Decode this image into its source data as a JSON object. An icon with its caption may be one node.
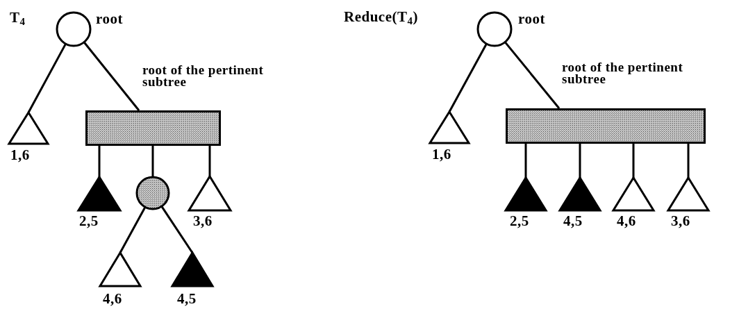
{
  "diagram": {
    "nodes": [
      {
        "text": [],
        "shape": "circle",
        "beside": [
          "root"
        ]
      },
      {
        "text": [],
        "shape": "triangle",
        "beside": [
          "1,6"
        ]
      },
      {
        "text": [],
        "shape": "box",
        "beside": [
          "root of the pertinent subtree"
        ]
      },
      {
        "text": [],
        "shape": "triangle",
        "beside": [
          "2,5"
        ]
      },
      {
        "text": [],
        "shape": "circle"
      },
      {
        "text": [],
        "shape": "triangle",
        "beside": [
          "3,6"
        ]
      },
      {
        "text": [],
        "shape": "triangle",
        "beside": [
          "4,6"
        ]
      },
      {
        "text": [],
        "shape": "triangle",
        "beside": [
          "4,5"
        ]
      },
      {
        "text": [],
        "shape": "circle",
        "beside": [
          "root"
        ]
      },
      {
        "text": [],
        "shape": "triangle",
        "beside": [
          "1,6"
        ]
      },
      {
        "text": [],
        "shape": "box",
        "beside": [
          "root of the pertinent subtree"
        ]
      },
      {
        "text": [],
        "shape": "triangle",
        "beside": [
          "2,5"
        ]
      },
      {
        "text": [],
        "shape": "triangle",
        "beside": [
          "4,5"
        ]
      },
      {
        "text": [],
        "shape": "triangle",
        "beside": [
          "4,6"
        ]
      },
      {
        "text": [],
        "shape": "triangle",
        "beside": [
          "3,6"
        ]
      }
    ],
    "edges": [
      {
        "from": 0,
        "to": 1,
        "arrow": "none"
      },
      {
        "from": 0,
        "to": 2,
        "arrow": "none"
      },
      {
        "from": 2,
        "to": 3,
        "arrow": "none"
      },
      {
        "from": 2,
        "to": 4,
        "arrow": "none"
      },
      {
        "from": 2,
        "to": 5,
        "arrow": "none"
      },
      {
        "from": 4,
        "to": 6,
        "arrow": "none"
      },
      {
        "from": 4,
        "to": 7,
        "arrow": "none"
      },
      {
        "from": 8,
        "to": 9,
        "arrow": "none"
      },
      {
        "from": 8,
        "to": 10,
        "arrow": "none"
      },
      {
        "from": 10,
        "to": 11,
        "arrow": "none"
      },
      {
        "from": 10,
        "to": 12,
        "arrow": "none"
      },
      {
        "from": 10,
        "to": 13,
        "arrow": "none"
      },
      {
        "from": 10,
        "to": 14,
        "arrow": "none"
      }
    ],
    "labels": [
      "T$_{4}$",
      "Reduce(T$_{4}$)"
    ]
  }
}
